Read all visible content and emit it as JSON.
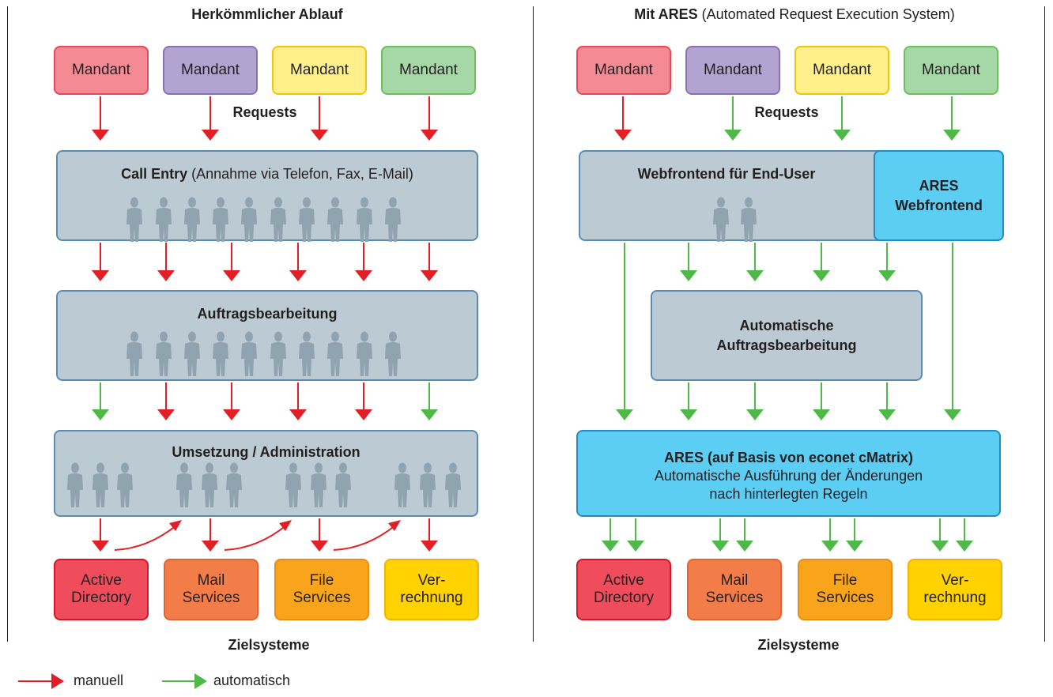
{
  "left": {
    "heading": "Herkömmlicher Ablauf",
    "requests": "Requests",
    "mandanten": [
      "Mandant",
      "Mandant",
      "Mandant",
      "Mandant"
    ],
    "call_entry_bold": "Call Entry",
    "call_entry_rest": " (Annahme via Telefon, Fax, E-Mail)",
    "auftrag": "Auftragsbearbeitung",
    "umsetzung": "Umsetzung / Administration",
    "targets": [
      {
        "l1": "Active",
        "l2": "Directory"
      },
      {
        "l1": "Mail",
        "l2": "Services"
      },
      {
        "l1": "File",
        "l2": "Services"
      },
      {
        "l1": "Ver-",
        "l2": "rechnung"
      }
    ],
    "zielsysteme": "Zielsysteme"
  },
  "right": {
    "heading_bold": "Mit ARES",
    "heading_rest": " (Automated Request Execution System)",
    "requests": "Requests",
    "mandanten": [
      "Mandant",
      "Mandant",
      "Mandant",
      "Mandant"
    ],
    "webfrontend": "Webfrontend für End-User",
    "ares_web_l1": "ARES",
    "ares_web_l2": "Webfrontend",
    "auto_l1": "Automatische",
    "auto_l2": "Auftragsbearbeitung",
    "ares_main_l1": "ARES (auf Basis von econet cMatrix)",
    "ares_main_l2": "Automatische Ausführung der Änderungen",
    "ares_main_l3": "nach hinterlegten Regeln",
    "targets": [
      {
        "l1": "Active",
        "l2": "Directory"
      },
      {
        "l1": "Mail",
        "l2": "Services"
      },
      {
        "l1": "File",
        "l2": "Services"
      },
      {
        "l1": "Ver-",
        "l2": "rechnung"
      }
    ],
    "zielsysteme": "Zielsysteme"
  },
  "legend": {
    "manual": "manuell",
    "automatic": "automatisch"
  },
  "colors": {
    "manual_arrow": "#e31e25",
    "auto_arrow": "#4eb848",
    "mandant_fills": [
      "#f48a94",
      "#b2a3d0",
      "#fff08c",
      "#a6d7a7"
    ],
    "mandant_borders": [
      "#e8485a",
      "#8873b6",
      "#f1c40f",
      "#6cbf5b"
    ],
    "target_fills": [
      "#ef4c5c",
      "#f37d48",
      "#f8a51c",
      "#ffd200"
    ],
    "target_borders": [
      "#d7142a",
      "#e6632d",
      "#ec8b16",
      "#f1b400"
    ],
    "person": "#8fa3b1"
  }
}
